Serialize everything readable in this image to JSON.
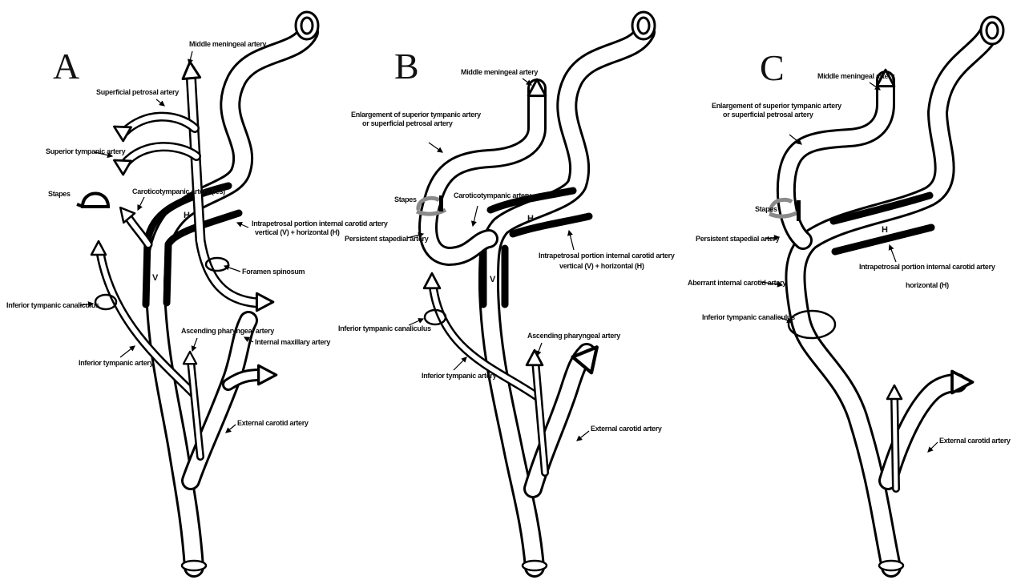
{
  "panels": [
    {
      "letter": "A",
      "labels": {
        "middle_meningeal": "Middle meningeal artery",
        "superficial_petrosal": "Superficial petrosal artery",
        "superior_tympanic": "Superior tympanic artery",
        "stapes": "Stapes",
        "caroticotympanic": "Caroticotympanic artery (ies)",
        "intrapetrosal_1": "Intrapetrosal portion internal carotid artery",
        "intrapetrosal_2": "vertical (V) + horizontal  (H)",
        "foramen_spinosum": "Foramen spinosum",
        "inferior_tympanic_canaliculus": "Inferior tympanic canaliculus",
        "internal_maxillary": "Internal maxillary artery",
        "ascending_pharyngeal": "Ascending pharyngeal artery",
        "inferior_tympanic_artery": "Inferior tympanic artery",
        "external_carotid": "External carotid artery",
        "seg_h": "H",
        "seg_v": "V"
      }
    },
    {
      "letter": "B",
      "labels": {
        "middle_meningeal": "Middle meningeal artery",
        "enlargement_1": "Enlargement of superior tympanic artery",
        "enlargement_2": "or superficial petrosal artery",
        "stapes": "Stapes",
        "caroticotympanic": "Caroticotympanic artery",
        "persistent_stapedial": "Persistent stapedial artery",
        "intrapetrosal_1": "Intrapetrosal portion internal carotid artery",
        "intrapetrosal_2": "vertical (V) + horizontal  (H)",
        "inferior_tympanic_canaliculus": "Inferior tympanic canaliculus",
        "ascending_pharyngeal": "Ascending pharyngeal artery",
        "inferior_tympanic_artery": "Inferior tympanic artery",
        "external_carotid": "External carotid artery",
        "seg_h": "H",
        "seg_v": "V"
      }
    },
    {
      "letter": "C",
      "labels": {
        "middle_meningeal": "Middle meningeal artery",
        "enlargement_1": "Enlargement of superior tympanic artery",
        "enlargement_2": "or superficial petrosal artery",
        "stapes": "Stapes",
        "persistent_stapedial": "Persistent stapedial artery",
        "intrapetrosal_1": "Intrapetrosal portion internal carotid artery",
        "intrapetrosal_2": "horizontal  (H)",
        "aberrant_ica": "Aberrant internal carotid artery",
        "inferior_tympanic_canaliculus": "Inferior tympanic canaliculus",
        "external_carotid": "External carotid artery",
        "seg_h": "H"
      }
    }
  ],
  "colors": {
    "stroke": "#000000",
    "background": "#ffffff",
    "stapes_gray": "#8a8a8a"
  }
}
